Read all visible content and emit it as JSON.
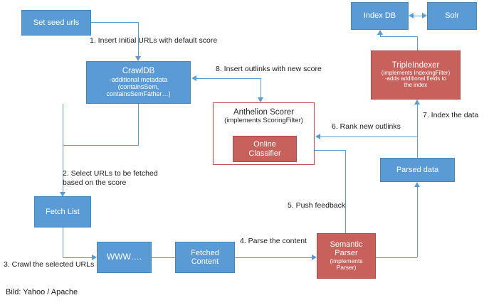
{
  "diagram": {
    "caption": "Bild: Yahoo / Apache",
    "colors": {
      "blue_fill": "#5b9bd5",
      "red_fill": "#c8605c",
      "red_border": "#c0504d",
      "connector": "#5b9bd5",
      "text_dark": "#1a1a1a"
    },
    "nodes": {
      "seed": {
        "label": "Set seed urls"
      },
      "crawldb": {
        "line1": "CrawlDB",
        "line2": "-additional metadata",
        "line3": "(containsSem,",
        "line4": "containsSemFather…)"
      },
      "fetch_list": {
        "label": "Fetch List"
      },
      "www": {
        "label": "WWW…."
      },
      "fetched_content": {
        "line1": "Fetched",
        "line2": "Content"
      },
      "semantic_parser": {
        "line1": "Semantic",
        "line2": "Parser",
        "line3": "(implements",
        "line4": "Parser)"
      },
      "parsed_data": {
        "label": "Parsed data"
      },
      "triple_indexer": {
        "line1": "TripleIndexer",
        "line2": "(implements IndexingFilter)",
        "line3": "-adds additional fields to",
        "line4": "the index"
      },
      "index_db": {
        "label": "Index DB"
      },
      "solr": {
        "label": "Solr"
      },
      "anthelion_scorer": {
        "line1": "Anthelion Scorer",
        "line2": "(implements ScoringFilter)"
      },
      "online_classifier": {
        "line1": "Online",
        "line2": "Classifier"
      }
    },
    "steps": [
      {
        "id": 1,
        "text": "1. Insert Initial URLs with default score"
      },
      {
        "id": 2,
        "text": "2. Select URLs to be fetched\nbased on the score"
      },
      {
        "id": 3,
        "text": "3. Crawl the selected URLs"
      },
      {
        "id": 4,
        "text": "4. Parse the content"
      },
      {
        "id": 5,
        "text": "5. Push feedback"
      },
      {
        "id": 6,
        "text": "6. Rank new outlinks"
      },
      {
        "id": 7,
        "text": "7. Index the data"
      },
      {
        "id": 8,
        "text": "8. Insert outlinks with new score"
      }
    ]
  }
}
